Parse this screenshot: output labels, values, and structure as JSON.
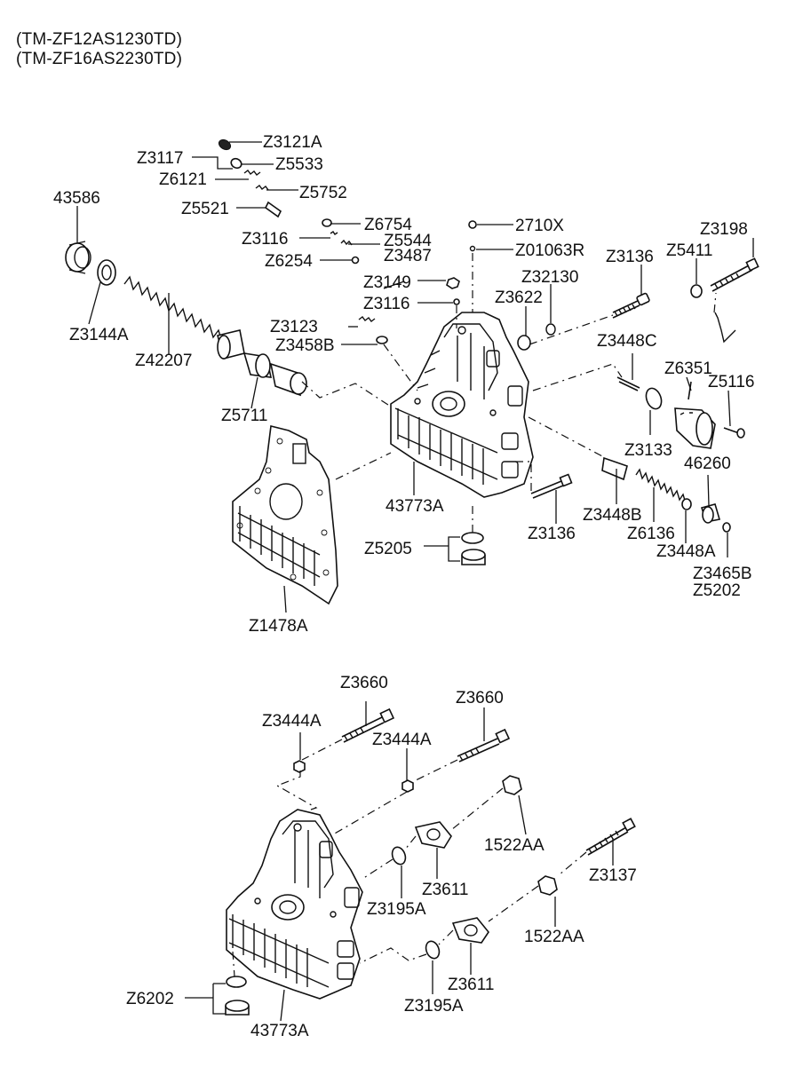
{
  "header": {
    "models": [
      "(TM-ZF12AS1230TD)",
      "(TM-ZF16AS2230TD)"
    ]
  },
  "labels": {
    "z3121a": "Z3121A",
    "z3117": "Z3117",
    "z5533": "Z5533",
    "z6121": "Z6121",
    "z5752": "Z5752",
    "z5521": "Z5521",
    "z6754": "Z6754",
    "z3116a": "Z3116",
    "z5544": "Z5544",
    "z3487": "Z3487",
    "z6254": "Z6254",
    "p43586": "43586",
    "z3144a": "Z3144A",
    "z42207": "Z42207",
    "z5711": "Z5711",
    "p2710x": "2710X",
    "z01063r": "Z01063R",
    "z3149": "Z3149",
    "z3116b": "Z3116",
    "z3123": "Z3123",
    "z3458b": "Z3458B",
    "z32130": "Z32130",
    "z3622": "Z3622",
    "z3136a": "Z3136",
    "z3198": "Z3198",
    "z5411": "Z5411",
    "z3448c": "Z3448C",
    "z6351": "Z6351",
    "z5116": "Z5116",
    "z3133": "Z3133",
    "p46260": "46260",
    "p43773a_top": "43773A",
    "z3136b": "Z3136",
    "z3448b": "Z3448B",
    "z6136": "Z6136",
    "z3448a": "Z3448A",
    "z3465b": "Z3465B",
    "z5202": "Z5202",
    "z5205": "Z5205",
    "z1478a": "Z1478A",
    "z3660a": "Z3660",
    "z3444a_a": "Z3444A",
    "z3660b": "Z3660",
    "z3444a_b": "Z3444A",
    "p1522aa_a": "1522AA",
    "z3611a": "Z3611",
    "z3195a_a": "Z3195A",
    "z3137": "Z3137",
    "p1522aa_b": "1522AA",
    "z3611b": "Z3611",
    "z3195a_b": "Z3195A",
    "z6202": "Z6202",
    "p43773a_bottom": "43773A"
  }
}
